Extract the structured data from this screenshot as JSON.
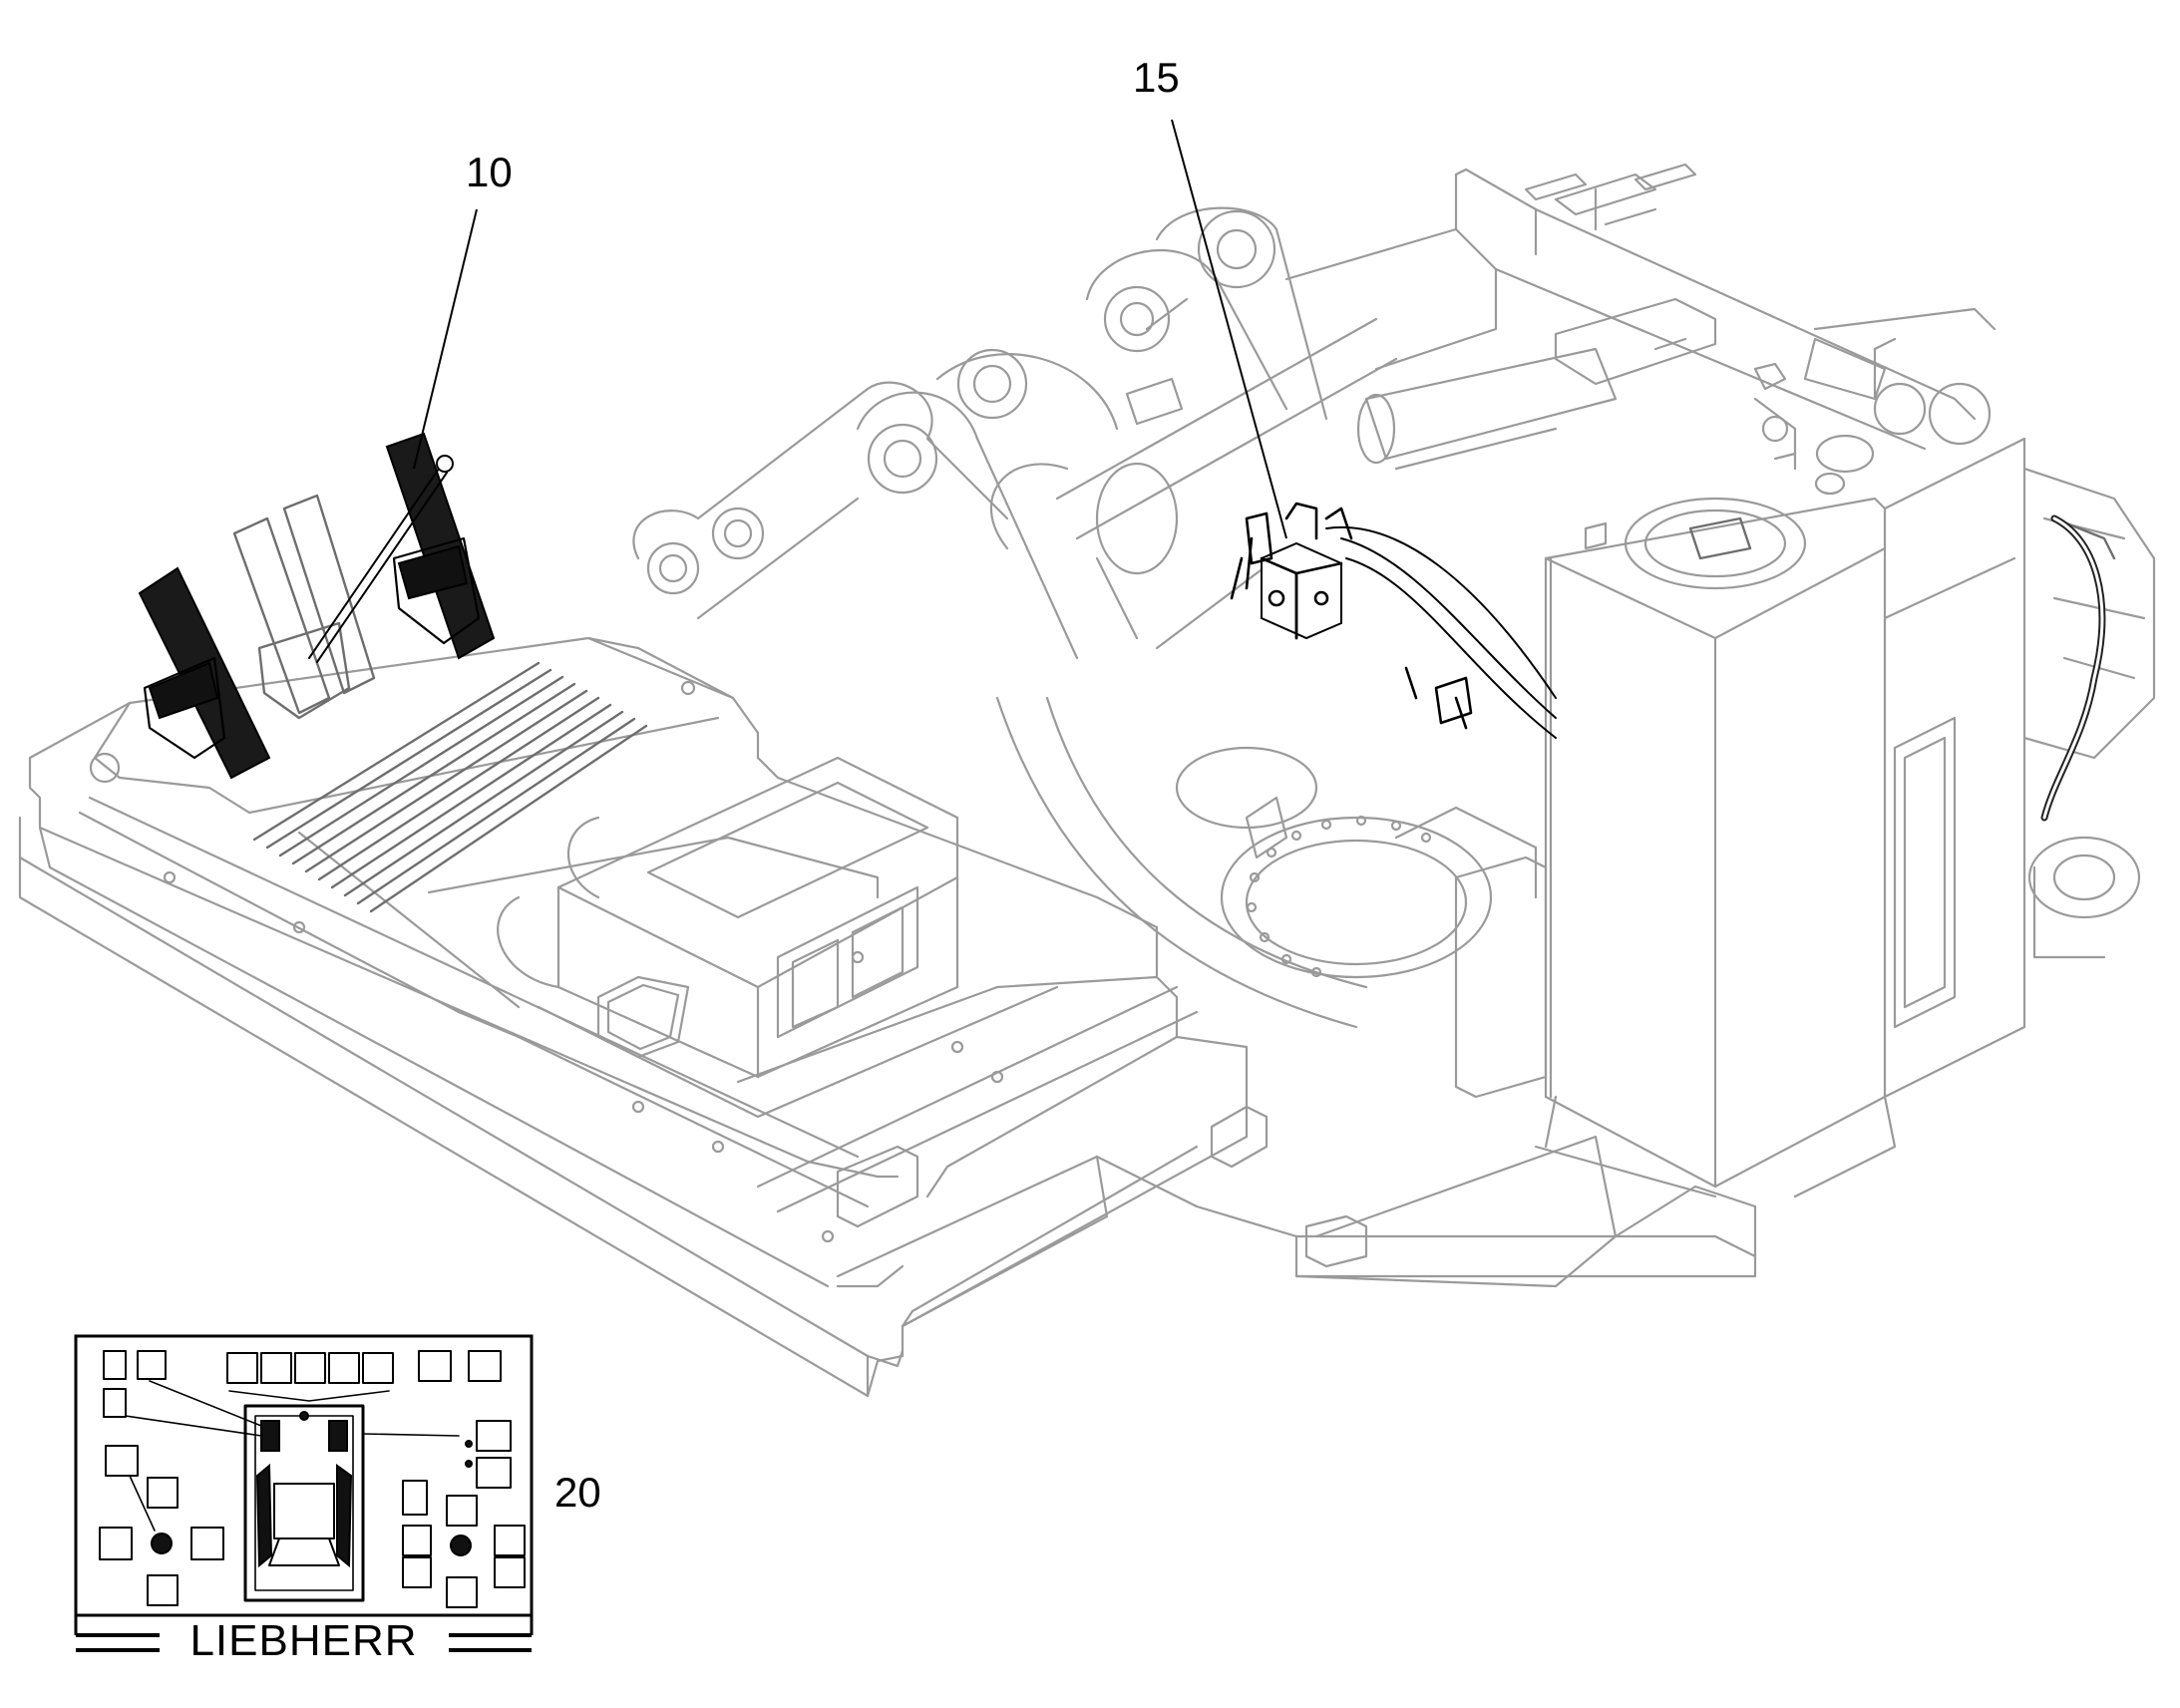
{
  "callouts": [
    {
      "id": "10",
      "label": "10"
    },
    {
      "id": "15",
      "label": "15"
    },
    {
      "id": "20",
      "label": "20"
    }
  ],
  "decal": {
    "brand": "LIEBHERR"
  },
  "icons": [
    "pedal-icon",
    "hydraulic-valve-block-icon",
    "control-layout-decal-icon"
  ]
}
